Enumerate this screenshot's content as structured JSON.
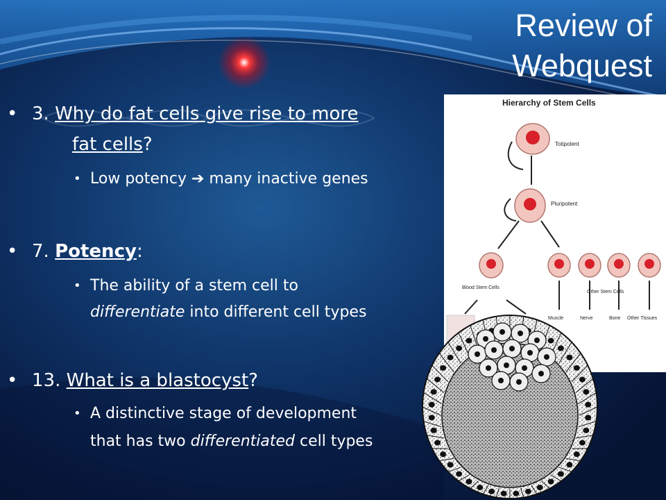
{
  "title": {
    "line1": "Review of",
    "line2": "Webquest"
  },
  "bullets": [
    {
      "number": "3.",
      "q_part1": "Why do fat cells give rise to more",
      "q_part2": "fat cells",
      "q_tail": "?",
      "sub": {
        "a": "Low potency",
        "arrow": "➔",
        "b": "many inactive genes"
      }
    },
    {
      "number": "7.",
      "term": "Potency",
      "colon": ":",
      "sub": {
        "line1": "The ability of a stem cell to",
        "line2_italic": "differentiate",
        "line2_rest": " into different cell types"
      }
    },
    {
      "number": "13.",
      "question": "What is a blastocyst",
      "q_tail": "?",
      "sub": {
        "line1": "A distinctive stage of development",
        "line2_a": "that has two ",
        "line2_italic": "differentiated",
        "line2_b": " cell types"
      }
    }
  ],
  "bullet_glyph": "•",
  "hierarchy_figure": {
    "title": "Hierarchy of Stem Cells",
    "totipotent": "Totipotent",
    "pluripotent": "Pluripotent",
    "blood": "Blood Stem Cells",
    "other": "Other Stem Cells",
    "muscle": "Muscle",
    "nerve": "Nerve",
    "bone": "Bone",
    "tissues": "Other Tissues"
  },
  "colors": {
    "cell_fill": "#f2c6bf",
    "nucleus": "#d8202a",
    "accent_red": "#ff2a2a"
  }
}
